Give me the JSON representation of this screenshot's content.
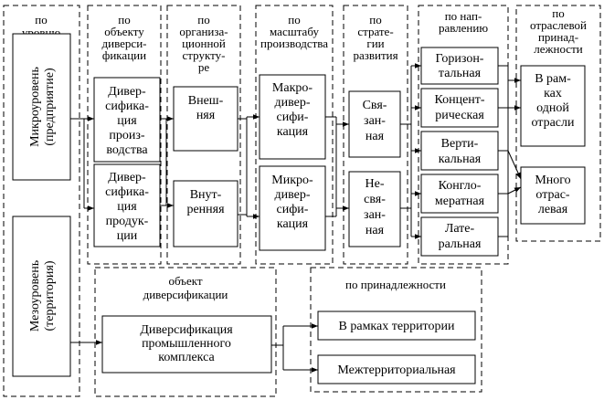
{
  "columns": {
    "level": [
      "по",
      "уровню"
    ],
    "object": [
      "по",
      "объекту",
      "диверси-",
      "фикации"
    ],
    "org": [
      "по",
      "организа-",
      "ционной",
      "структу-",
      "ре"
    ],
    "scale": [
      "по",
      "масштабу",
      "производства"
    ],
    "strategy": [
      "по",
      "страте-",
      "гии",
      "развития"
    ],
    "direction": [
      "по нап-",
      "равлению"
    ],
    "industry": [
      "по",
      "отраслевой",
      "принад-",
      "лежности"
    ]
  },
  "boxes": {
    "micro_level": [
      "Микроуровень",
      "(предприятие)"
    ],
    "meso_level": [
      "Мезоуровень",
      "(территория)"
    ],
    "div_production": [
      "Дивер-",
      "сифика-",
      "ция",
      "произ-",
      "водства"
    ],
    "div_products": [
      "Дивер-",
      "сифика-",
      "ция",
      "продук-",
      "ции"
    ],
    "external": [
      "Внеш-",
      "няя"
    ],
    "internal": [
      "Внут-",
      "ренняя"
    ],
    "macro_div": [
      "Макро-",
      "дивер-",
      "сифи-",
      "кация"
    ],
    "micro_div": [
      "Микро-",
      "дивер-",
      "сифи-",
      "кация"
    ],
    "related": [
      "Свя-",
      "зан-",
      "ная"
    ],
    "unrelated": [
      "Не-",
      "свя-",
      "зан-",
      "ная"
    ],
    "horizontal": [
      "Горизон-",
      "тальная"
    ],
    "concentric": [
      "Концент-",
      "рическая"
    ],
    "vertical": [
      "Верти-",
      "кальная"
    ],
    "conglomerate": [
      "Конгло-",
      "мератная"
    ],
    "lateral": [
      "Лате-",
      "ральная"
    ],
    "one_industry": [
      "В рам-",
      "ках",
      "одной",
      "отрасли"
    ],
    "multi_industry": [
      "Много",
      "отрас-",
      "левая"
    ],
    "industrial_complex": [
      "Диверсификация",
      "промышленного",
      "комплекса"
    ],
    "within_territory": "В рамках территории",
    "interterritorial": "Межтерриториальная"
  },
  "bottom_groups": {
    "object": [
      "объект",
      "диверсификации"
    ],
    "membership": [
      "по принадлежности"
    ]
  }
}
